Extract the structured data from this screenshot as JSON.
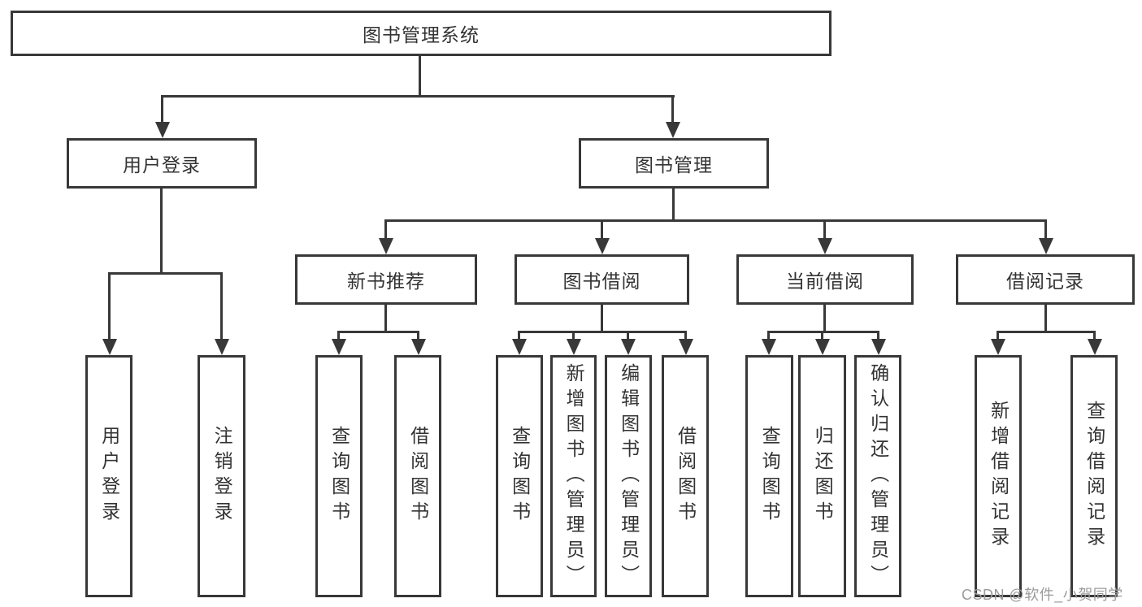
{
  "tree": {
    "root": {
      "label": "图书管理系统",
      "children": [
        {
          "label": "用户登录",
          "children": [
            {
              "label": "用户登录"
            },
            {
              "label": "注销登录"
            }
          ]
        },
        {
          "label": "图书管理",
          "children": [
            {
              "label": "新书推荐",
              "children": [
                {
                  "label": "查询图书"
                },
                {
                  "label": "借阅图书"
                }
              ]
            },
            {
              "label": "图书借阅",
              "children": [
                {
                  "label": "查询图书"
                },
                {
                  "label": "新增图书（管理员）"
                },
                {
                  "label": "编辑图书（管理员）"
                },
                {
                  "label": "借阅图书"
                }
              ]
            },
            {
              "label": "当前借阅",
              "children": [
                {
                  "label": "查询图书"
                },
                {
                  "label": "归还图书"
                },
                {
                  "label": "确认归还（管理员）"
                }
              ]
            },
            {
              "label": "借阅记录",
              "children": [
                {
                  "label": "新增借阅记录"
                },
                {
                  "label": "查询借阅记录"
                }
              ]
            }
          ]
        }
      ]
    }
  },
  "watermark": {
    "text": "CSDN @软件_小贺同学"
  },
  "colors": {
    "line": "#383838",
    "text": "#333333",
    "watermark": "#9b9b9b",
    "background": "#ffffff"
  }
}
